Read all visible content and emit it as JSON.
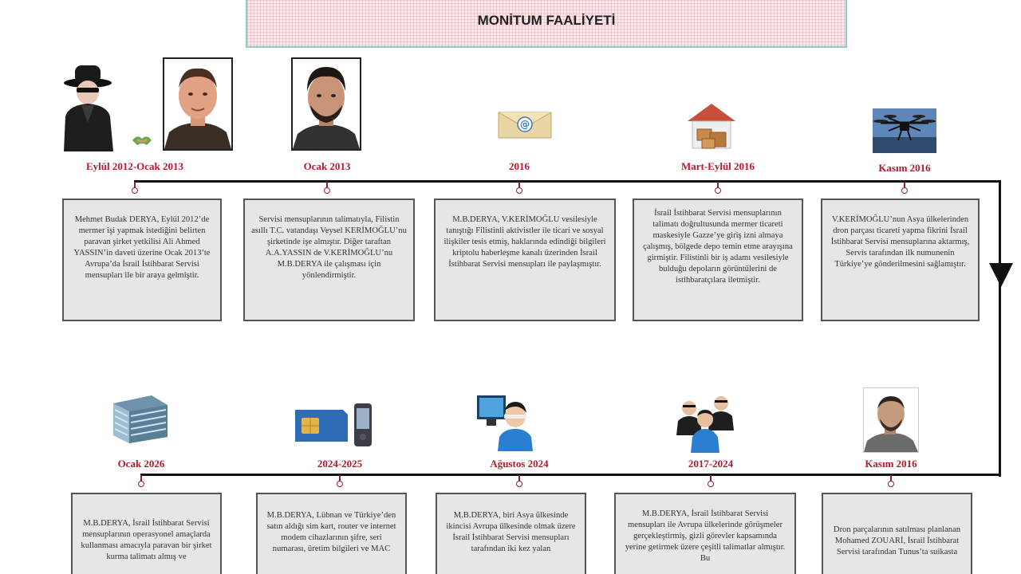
{
  "header": {
    "title": "MONİTUM FAALİYETİ"
  },
  "top_row": [
    {
      "date": "Eylül 2012-Ocak 2013",
      "text": "Mehmet Budak DERYA, Eylül 2012’de mermer işi yapmak istediğini belirten paravan şirket yetkilisi Ali Ahmed YASSIN’in daveti üzerine Ocak 2013’te Avrupa’da İsrail İstihbarat Servisi mensupları ile bir araya gelmiştir."
    },
    {
      "date": "Ocak 2013",
      "text": "Servisi mensuplarının talimatıyla, Filistin asıllı T.C. vatandaşı Veysel KERİMOĞLU’nu şirketinde işe almıştır. Diğer taraftan A.A.YASSIN de V.KERİMOĞLU’nu M.B.DERYA ile çalışması için yönlendirmiştir."
    },
    {
      "date": "2016",
      "text": "M.B.DERYA, V.KERİMOĞLU vesilesiyle tanıştığı Filistinli aktivistler ile ticari ve sosyal ilişkiler tesis etmiş, haklarında edindiği bilgileri kriptolu haberleşme kanalı üzerinden İsrail İstihbarat Servisi mensupları ile paylaşmıştır."
    },
    {
      "date": "Mart-Eylül 2016",
      "text": "İsrail İstihbarat Servisi mensuplarının talimatı doğrultusunda mermer ticareti maskesiyle Gazze’ye giriş izni almaya çalışmış, bölgede depo temin etme arayışına girmiştir. Filistinli bir iş adamı vesilesiyle bulduğu depoların görüntülerini de istihbaratçılara iletmiştir."
    },
    {
      "date": "Kasım 2016",
      "text": "V.KERİMOĞLU’nun Asya ülkelerinden dron parçası ticareti yapma fikrini İsrail İstihbarat Servisi mensuplarına aktarmış, Servis tarafından ilk numunenin Türkiye’ye gönderilmesini sağlamıştır."
    }
  ],
  "bottom_row": [
    {
      "date": "Ocak 2026",
      "text": "M.B.DERYA, İsrail İstihbarat Servisi mensuplarının operasyonel amaçlarda kullanması amacıyla paravan bir şirket kurma talimatı almış ve"
    },
    {
      "date": "2024-2025",
      "text": "M.B.DERYA, Lübnan ve Türkiye’den satın aldığı sim kart, router ve internet modem cihazlarının şifre, seri numarası, üretim bilgileri ve MAC"
    },
    {
      "date": "Ağustos 2024",
      "text": "M.B.DERYA, biri Asya ülkesinde ikincisi Avrupa ülkesinde olmak üzere İsrail İstihbarat Servisi mensupları tarafından iki kez yalan"
    },
    {
      "date": "2017-2024",
      "text": "M.B.DERYA, İsrail İstihbarat Servisi mensupları ile Avrupa ülkelerinde görüşmeler gerçekleştirmiş, gizli görevler kapsamında yerine getirmek üzere çeşitli talimatlar almıştır. Bu"
    },
    {
      "date": "Kasım 2016",
      "text": "Dron parçalarının satılması planlanan Mohamed ZOUARİ, İsrail İstihbarat Servisi tarafından Tunus’ta suikasta"
    }
  ],
  "icons": [
    "spy-icon",
    "handshake-icon",
    "portrait-photo",
    "portrait-photo",
    "email-icon",
    "warehouse-icon",
    "drone-icon",
    "building-icon",
    "sim-card-phone-icon",
    "polygraph-icon",
    "agents-icon",
    "portrait-photo"
  ]
}
